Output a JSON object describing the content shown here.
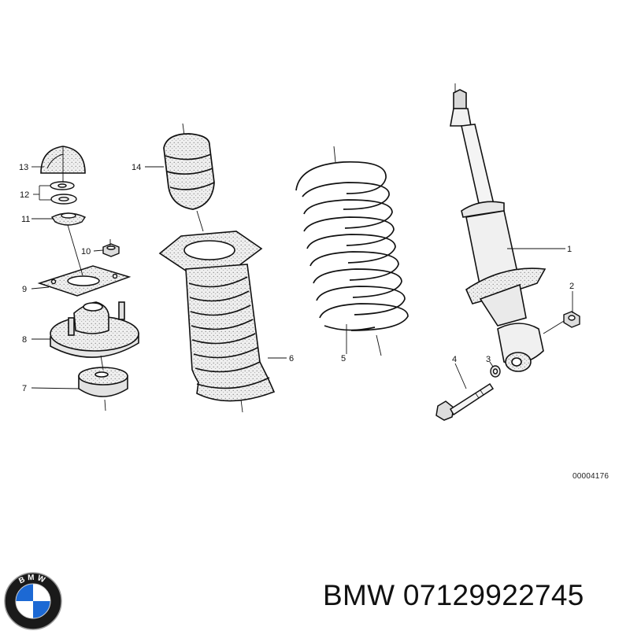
{
  "diagram": {
    "callouts": [
      "1",
      "2",
      "3",
      "4",
      "5",
      "6",
      "7",
      "8",
      "9",
      "10",
      "11",
      "12",
      "13",
      "14"
    ],
    "diagram_id": "00004176"
  },
  "logo": {
    "letters": "BMW",
    "colors": {
      "blue": "#1c69d4",
      "white": "#ffffff",
      "ring": "#1a1a1a"
    }
  },
  "part_label": {
    "brand": "BMW",
    "number": "07129922745"
  }
}
